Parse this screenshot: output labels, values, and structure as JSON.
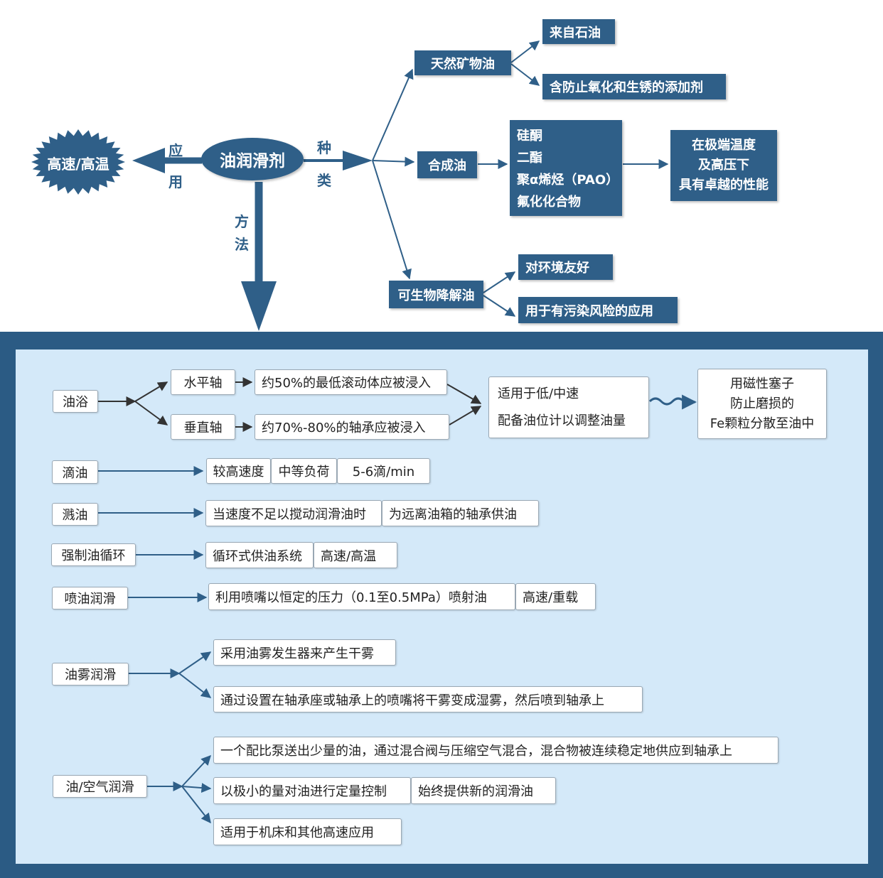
{
  "center": "油润滑剂",
  "application": {
    "label1": "应",
    "label2": "用",
    "target": "高速/高温"
  },
  "types": {
    "label1": "种",
    "label2": "类",
    "mineral": {
      "name": "天然矿物油",
      "props": [
        "来自石油",
        "含防止氧化和生锈的添加剂"
      ]
    },
    "synthetic": {
      "name": "合成油",
      "list": [
        "硅酮",
        "二酯",
        "聚α烯烃（PAO）",
        "氟化化合物"
      ],
      "result": [
        "在极端温度",
        "及高压下",
        "具有卓越的性能"
      ]
    },
    "bio": {
      "name": "可生物降解油",
      "props": [
        "对环境友好",
        "用于有污染风险的应用"
      ]
    }
  },
  "method": {
    "label1": "方",
    "label2": "法"
  },
  "methods": {
    "oil_bath": {
      "name": "油浴",
      "horizontal": "水平轴",
      "horizontal_desc": "约50%的最低滚动体应被浸入",
      "vertical": "垂直轴",
      "vertical_desc": "约70%-80%的轴承应被浸入",
      "summary": [
        "适用于低/中速",
        "配备油位计以调整油量"
      ],
      "plug": [
        "用磁性塞子",
        "防止磨损的",
        "Fe颗粒分散至油中"
      ]
    },
    "drip": {
      "name": "滴油",
      "items": [
        "较高速度",
        "中等负荷",
        "5-6滴/min"
      ]
    },
    "splash": {
      "name": "溅油",
      "items": [
        "当速度不足以搅动润滑油时",
        "为远离油箱的轴承供油"
      ]
    },
    "circulation": {
      "name": "强制油循环",
      "items": [
        "循环式供油系统",
        "高速/高温"
      ]
    },
    "jet": {
      "name": "喷油润滑",
      "items": [
        "利用喷嘴以恒定的压力（0.1至0.5MPa）喷射油",
        "高速/重载"
      ]
    },
    "mist": {
      "name": "油雾润滑",
      "items": [
        "采用油雾发生器来产生干雾",
        "通过设置在轴承座或轴承上的喷嘴将干雾变成湿雾，然后喷到轴承上"
      ]
    },
    "air_oil": {
      "name": "油/空气润滑",
      "items": [
        "一个配比泵送出少量的油，通过混合阀与压缩空气混合，混合物被连续稳定地供应到轴承上",
        "以极小的量对油进行定量控制",
        "始终提供新的润滑油",
        "适用于机床和其他高速应用"
      ]
    }
  },
  "colors": {
    "dark": "#2f5f88",
    "panel": "#2b5b84",
    "panel_bg": "#d4e9f9"
  }
}
